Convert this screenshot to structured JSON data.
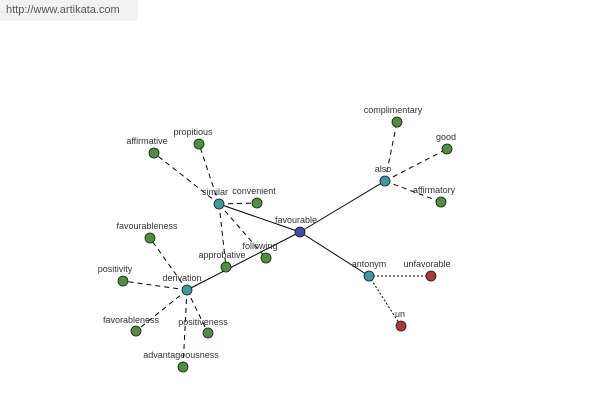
{
  "watermark": "http://www.artikata.com",
  "colors": {
    "root": "#3f4fa8",
    "relation": "#3d9aa0",
    "word": "#4f8f3f",
    "opposite": "#a83a3a",
    "edge": "#000000"
  },
  "nodes": [
    {
      "id": "favourable",
      "label": "favourable",
      "kind": "root"
    },
    {
      "id": "similar",
      "label": "similar",
      "kind": "relation"
    },
    {
      "id": "derivation",
      "label": "derivation",
      "kind": "relation"
    },
    {
      "id": "also",
      "label": "also",
      "kind": "relation"
    },
    {
      "id": "antonym",
      "label": "antonym",
      "kind": "relation"
    },
    {
      "id": "affirmative",
      "label": "affirmative",
      "kind": "word"
    },
    {
      "id": "propitious",
      "label": "propitious",
      "kind": "word"
    },
    {
      "id": "convenient",
      "label": "convenient",
      "kind": "word"
    },
    {
      "id": "following",
      "label": "following",
      "kind": "word"
    },
    {
      "id": "approbative",
      "label": "approbative",
      "kind": "word"
    },
    {
      "id": "favourableness",
      "label": "favourableness",
      "kind": "word"
    },
    {
      "id": "positivity",
      "label": "positivity",
      "kind": "word"
    },
    {
      "id": "favorableness",
      "label": "favorableness",
      "kind": "word"
    },
    {
      "id": "positiveness",
      "label": "positiveness",
      "kind": "word"
    },
    {
      "id": "advantageousness",
      "label": "advantageousness",
      "kind": "word"
    },
    {
      "id": "complimentary",
      "label": "complimentary",
      "kind": "word"
    },
    {
      "id": "good",
      "label": "good",
      "kind": "word"
    },
    {
      "id": "affirmatory",
      "label": "affirmatory",
      "kind": "word"
    },
    {
      "id": "unfavorable",
      "label": "unfavorable",
      "kind": "opposite"
    },
    {
      "id": "un",
      "label": "un",
      "kind": "opposite"
    }
  ],
  "edges": [
    {
      "from": "favourable",
      "to": "similar",
      "style": "solid"
    },
    {
      "from": "favourable",
      "to": "derivation",
      "style": "solid"
    },
    {
      "from": "favourable",
      "to": "also",
      "style": "solid"
    },
    {
      "from": "favourable",
      "to": "antonym",
      "style": "solid"
    },
    {
      "from": "similar",
      "to": "affirmative",
      "style": "dashed"
    },
    {
      "from": "similar",
      "to": "propitious",
      "style": "dashed"
    },
    {
      "from": "similar",
      "to": "convenient",
      "style": "dashed"
    },
    {
      "from": "similar",
      "to": "following",
      "style": "dashed"
    },
    {
      "from": "similar",
      "to": "approbative",
      "style": "dashed"
    },
    {
      "from": "derivation",
      "to": "favourableness",
      "style": "dashed"
    },
    {
      "from": "derivation",
      "to": "positivity",
      "style": "dashed"
    },
    {
      "from": "derivation",
      "to": "favorableness",
      "style": "dashed"
    },
    {
      "from": "derivation",
      "to": "positiveness",
      "style": "dashed"
    },
    {
      "from": "derivation",
      "to": "advantageousness",
      "style": "dashed"
    },
    {
      "from": "also",
      "to": "complimentary",
      "style": "dashed"
    },
    {
      "from": "also",
      "to": "good",
      "style": "dashed"
    },
    {
      "from": "also",
      "to": "affirmatory",
      "style": "dashed"
    },
    {
      "from": "antonym",
      "to": "unfavorable",
      "style": "dotted"
    },
    {
      "from": "antonym",
      "to": "un",
      "style": "dotted"
    }
  ]
}
